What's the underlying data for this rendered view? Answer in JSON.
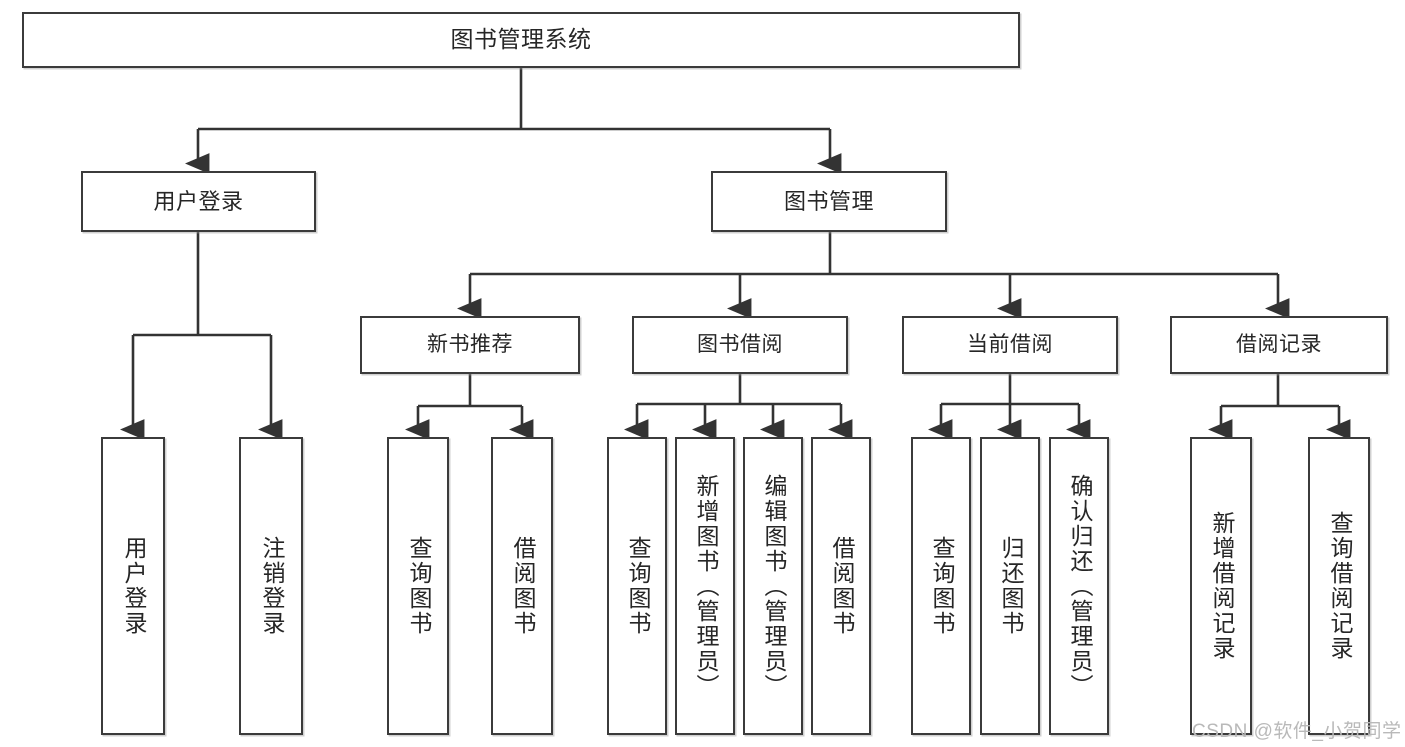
{
  "diagram": {
    "type": "tree",
    "title": "图书管理系统",
    "root": {
      "label": "图书管理系统"
    },
    "level1": [
      {
        "label": "用户登录"
      },
      {
        "label": "图书管理"
      }
    ],
    "level2": [
      {
        "label": "新书推荐"
      },
      {
        "label": "图书借阅"
      },
      {
        "label": "当前借阅"
      },
      {
        "label": "借阅记录"
      }
    ],
    "leaves": {
      "user_login": [
        {
          "label": "用户登录"
        },
        {
          "label": "注销登录"
        }
      ],
      "new_book_recommend": [
        {
          "label": "查询图书"
        },
        {
          "label": "借阅图书"
        }
      ],
      "book_borrow": [
        {
          "label": "查询图书"
        },
        {
          "label": "新增图书（管理员）"
        },
        {
          "label": "编辑图书（管理员）"
        },
        {
          "label": "借阅图书"
        }
      ],
      "current_borrow": [
        {
          "label": "查询图书"
        },
        {
          "label": "归还图书"
        },
        {
          "label": "确认归还（管理员）"
        }
      ],
      "borrow_records": [
        {
          "label": "新增借阅记录"
        },
        {
          "label": "查询借阅记录"
        }
      ]
    }
  },
  "watermark": {
    "text": "CSDN @软件_小贺同学"
  },
  "colors": {
    "border": "#3b3b3b",
    "text": "#262626",
    "background": "#ffffff",
    "wire": "#333333",
    "watermark": "#b9b9b9"
  }
}
